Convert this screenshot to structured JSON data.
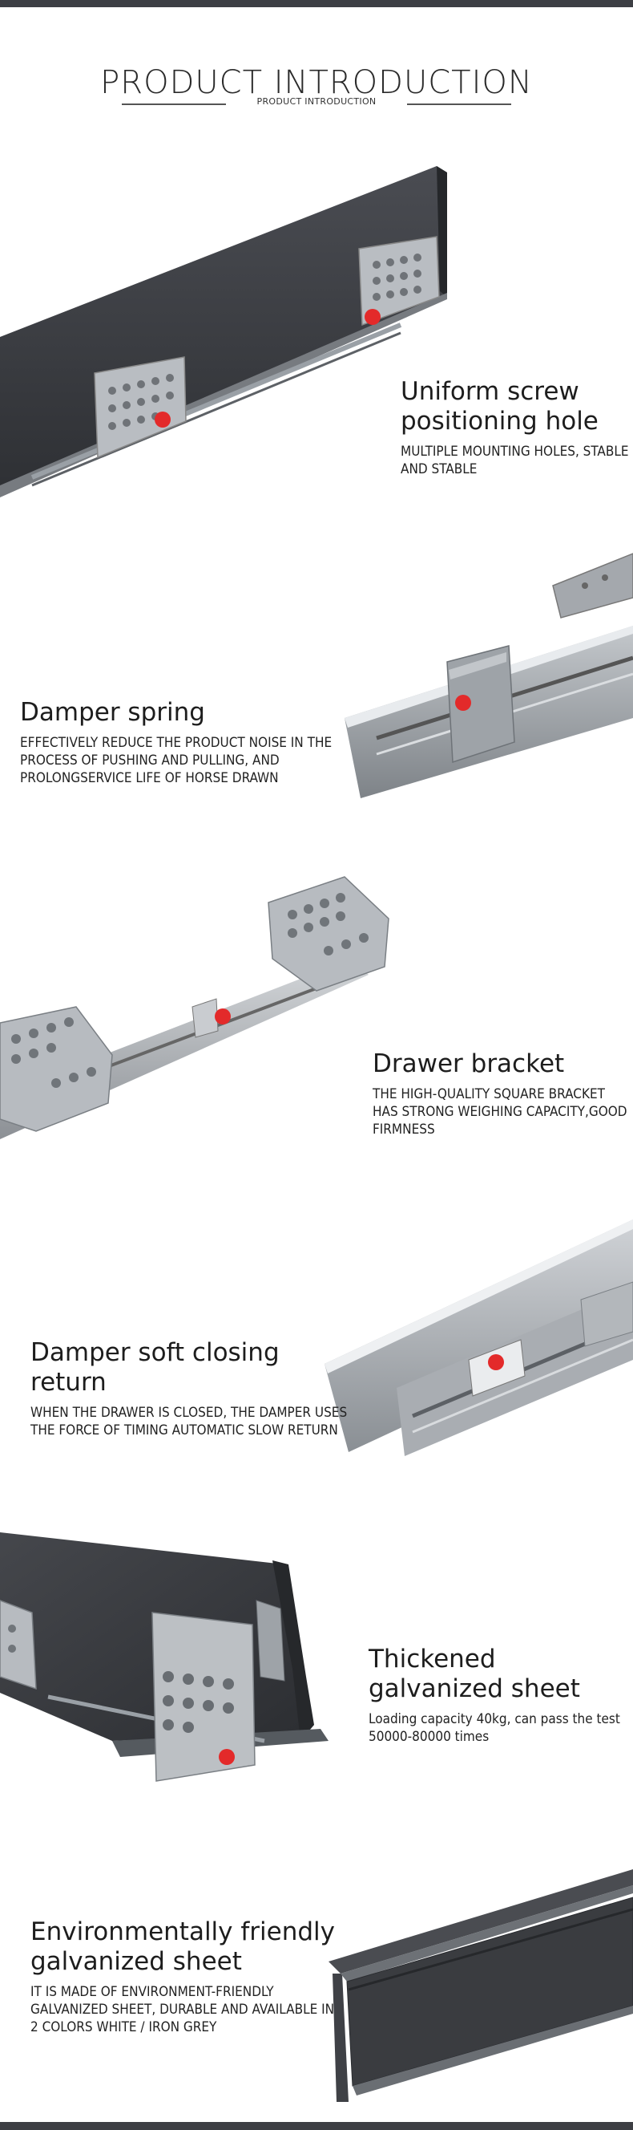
{
  "header": {
    "title": "PRODUCT INTRODUCTION",
    "subtitle": "PRODUCT INTRODUCTION"
  },
  "sections": [
    {
      "title": "Uniform screw positioning hole",
      "desc": "MULTIPLE MOUNTING HOLES, STABLE AND STABLE"
    },
    {
      "title": "Damper spring",
      "desc": "EFFECTIVELY REDUCE THE PRODUCT NOISE IN THE PROCESS OF PUSHING AND  PULLING, AND PROLONGSERVICE LIFE OF HORSE DRAWN"
    },
    {
      "title": "Drawer bracket",
      "desc": "THE HIGH-QUALITY SQUARE BRACKET HAS STRONG WEIGHING CAPACITY,GOOD FIRMNESS"
    },
    {
      "title": "Damper soft closing return",
      "desc": "WHEN THE DRAWER IS CLOSED, THE DAMPER USES THE FORCE OF TIMING AUTOMATIC SLOW RETURN"
    },
    {
      "title": "Thickened galvanized sheet",
      "desc": "Loading capacity 40kg, can pass the test 50000-80000 times"
    },
    {
      "title": "Environmentally friendly galvanized sheet",
      "desc": "IT IS MADE OF ENVIRONMENT-FRIENDLY GALVANIZED SHEET, DURABLE AND AVAILABLE IN 2 COLORS WHITE / IRON GREY"
    }
  ],
  "colors": {
    "dark_panel": "#3b3d42",
    "steel": "#a9adb2",
    "highlight_dot": "#e32a2a"
  }
}
